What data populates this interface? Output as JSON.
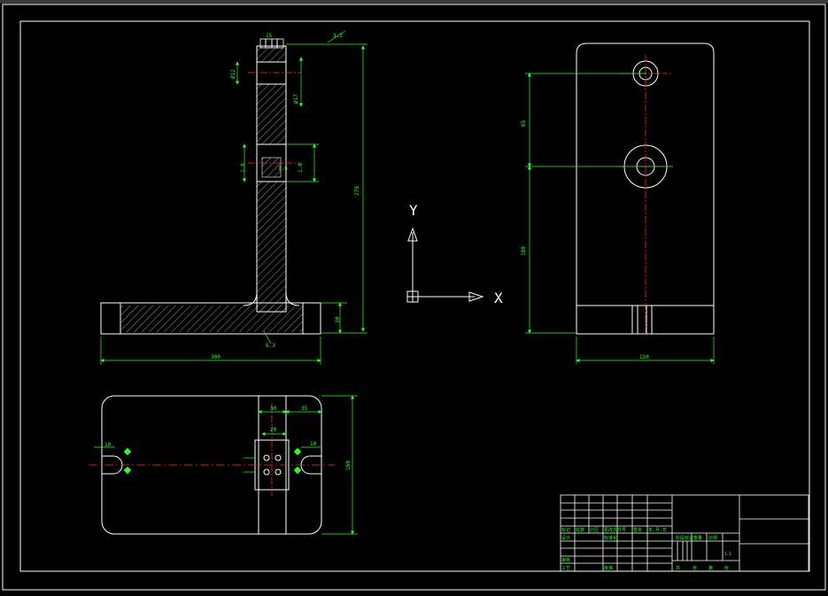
{
  "dimensions": {
    "base_length": "300",
    "total_height": "270",
    "base_height": "30",
    "top_width": "15",
    "dia_top": "Ø12",
    "dia_side": "Ø17",
    "roughness_1": "3.2",
    "roughness_2": "1.6",
    "roughness_3": "1.6",
    "roughness_4": "1.6",
    "roughness_5": "6.3",
    "hole_offset": "65",
    "front_height": "180",
    "front_width": "150",
    "plan_w1": "30",
    "plan_w2": "35",
    "plan_w3": "20",
    "plan_h": "160",
    "slot_left": "10",
    "slot_right": "10"
  },
  "ucs": {
    "y_label": "Y",
    "x_label": "X"
  },
  "title_block": {
    "labels": [
      "标记",
      "处数",
      "分区",
      "更改文件号",
      "签名",
      "年.月.日",
      "设计",
      "标准化",
      "审核",
      "工艺",
      "批准",
      "阶段标记",
      "重量",
      "比例",
      "共",
      "张",
      "第",
      "张"
    ],
    "scale": "1:1"
  }
}
